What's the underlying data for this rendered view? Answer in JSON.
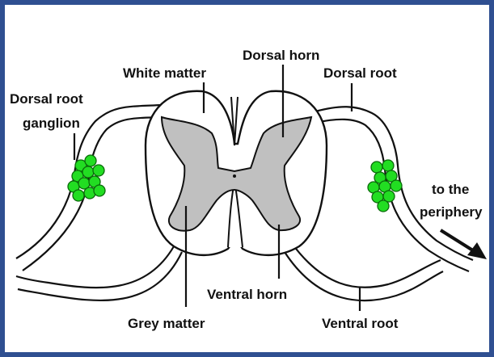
{
  "labels": {
    "white_matter": "White matter",
    "dorsal_horn": "Dorsal horn",
    "dorsal_root": "Dorsal root",
    "drg_line1": "Dorsal root",
    "drg_line2": "ganglion",
    "to_periphery_line1": "to the",
    "to_periphery_line2": "periphery",
    "ventral_horn": "Ventral horn",
    "grey_matter": "Grey matter",
    "ventral_root": "Ventral root"
  },
  "colors": {
    "frame": "#2f4f91",
    "grey_matter": "#c0c0c0",
    "ganglion_cells": "#22dd22",
    "outline": "#111111"
  }
}
